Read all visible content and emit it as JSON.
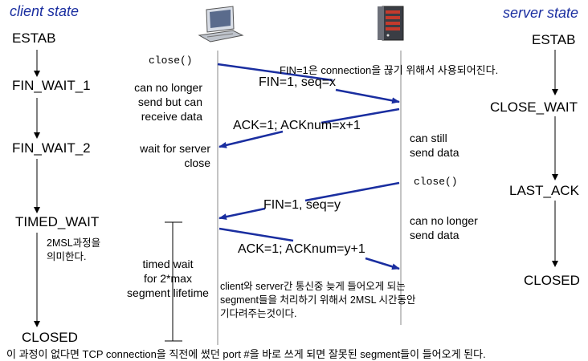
{
  "client_header": "client state",
  "server_header": "server state",
  "client_states": [
    "ESTAB",
    "FIN_WAIT_1",
    "FIN_WAIT_2",
    "TIMED_WAIT",
    "CLOSED"
  ],
  "server_states": [
    "ESTAB",
    "CLOSE_WAIT",
    "LAST_ACK",
    "CLOSED"
  ],
  "client_close_call": "close()",
  "server_close_call": "close()",
  "annotation_fin": "FIN=1은 connection을 끊기 위해서 사용되어진다.",
  "messages": {
    "fin1": "FIN=1, seq=x",
    "ack1": "ACK=1; ACKnum=x+1",
    "fin2": "FIN=1, seq=y",
    "ack2": "ACK=1; ACKnum=y+1"
  },
  "client_notes": {
    "no_longer_send": [
      "can no longer",
      "send but can",
      "receive data"
    ],
    "wait_for_server": [
      "wait for server",
      "close"
    ],
    "timed_wait": [
      "timed wait",
      "for 2*max",
      "segment lifetime"
    ]
  },
  "server_notes": {
    "can_still": [
      "can still",
      "send data"
    ],
    "no_longer": [
      "can no longer",
      "send data"
    ]
  },
  "msl_note": [
    "2MSL과정을",
    "의미한다."
  ],
  "delay_note": [
    "client와 server간 통신중 늦게 들어오게 되는",
    "segment들을 처리하기 위해서 2MSL 시간동안",
    "기다려주는것이다."
  ],
  "bottom_note": "이 과정이 없다면 TCP connection을 직전에 썼던 port #을 바로 쓰게 되면 잘못된 segment들이 들어오게 된다.",
  "colors": {
    "accent": "#1a2ea0",
    "line": "#888888"
  },
  "icons": {
    "client": "laptop-icon",
    "server": "server-icon"
  }
}
